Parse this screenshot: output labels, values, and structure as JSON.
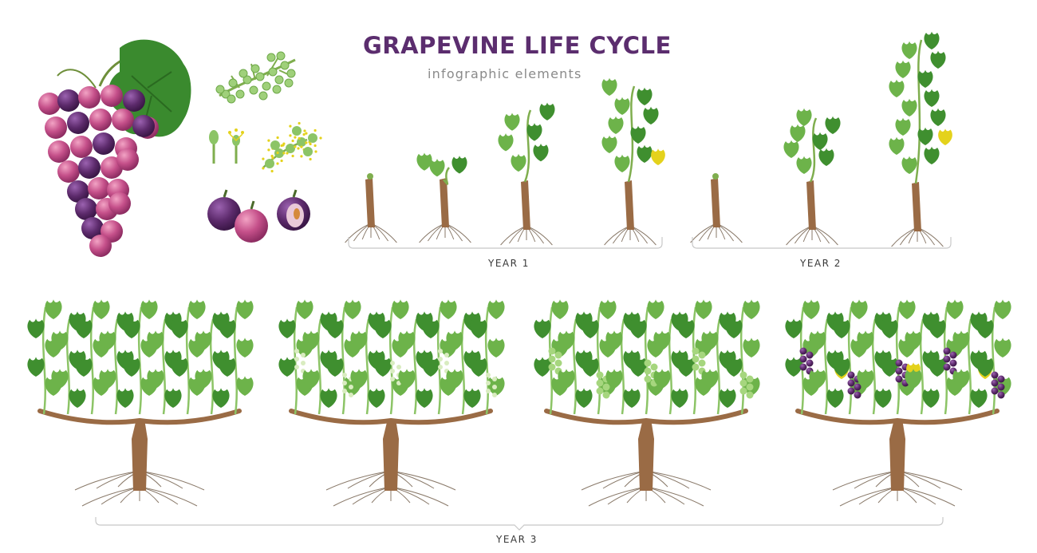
{
  "header": {
    "title": "GRAPEVINE LIFE CYCLE",
    "subtitle": "infographic elements"
  },
  "stages": {
    "year1": "YEAR 1",
    "year2": "YEAR 2",
    "year3": "YEAR 3"
  },
  "colors": {
    "title": "#5b2d6e",
    "leaf": "#3f8f2f",
    "leaf_light": "#6db34a",
    "stem": "#9a6b45",
    "grape_pink": "#c5508a",
    "grape_purple": "#5c2a6b",
    "flower_yellow": "#e4d21c",
    "bracket": "#c8c8c8"
  }
}
